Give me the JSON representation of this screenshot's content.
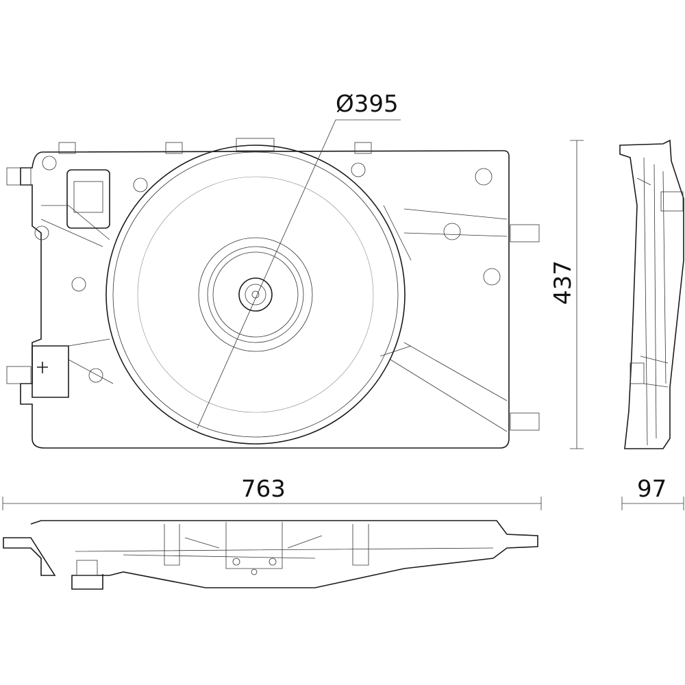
{
  "drawing": {
    "title_views": [
      "front-view",
      "side-view",
      "bottom-view"
    ],
    "dimensions": {
      "fan_diameter": "Ø395",
      "height": "437",
      "width": "763",
      "depth": "97"
    },
    "line_color": "#1a1a1a"
  }
}
